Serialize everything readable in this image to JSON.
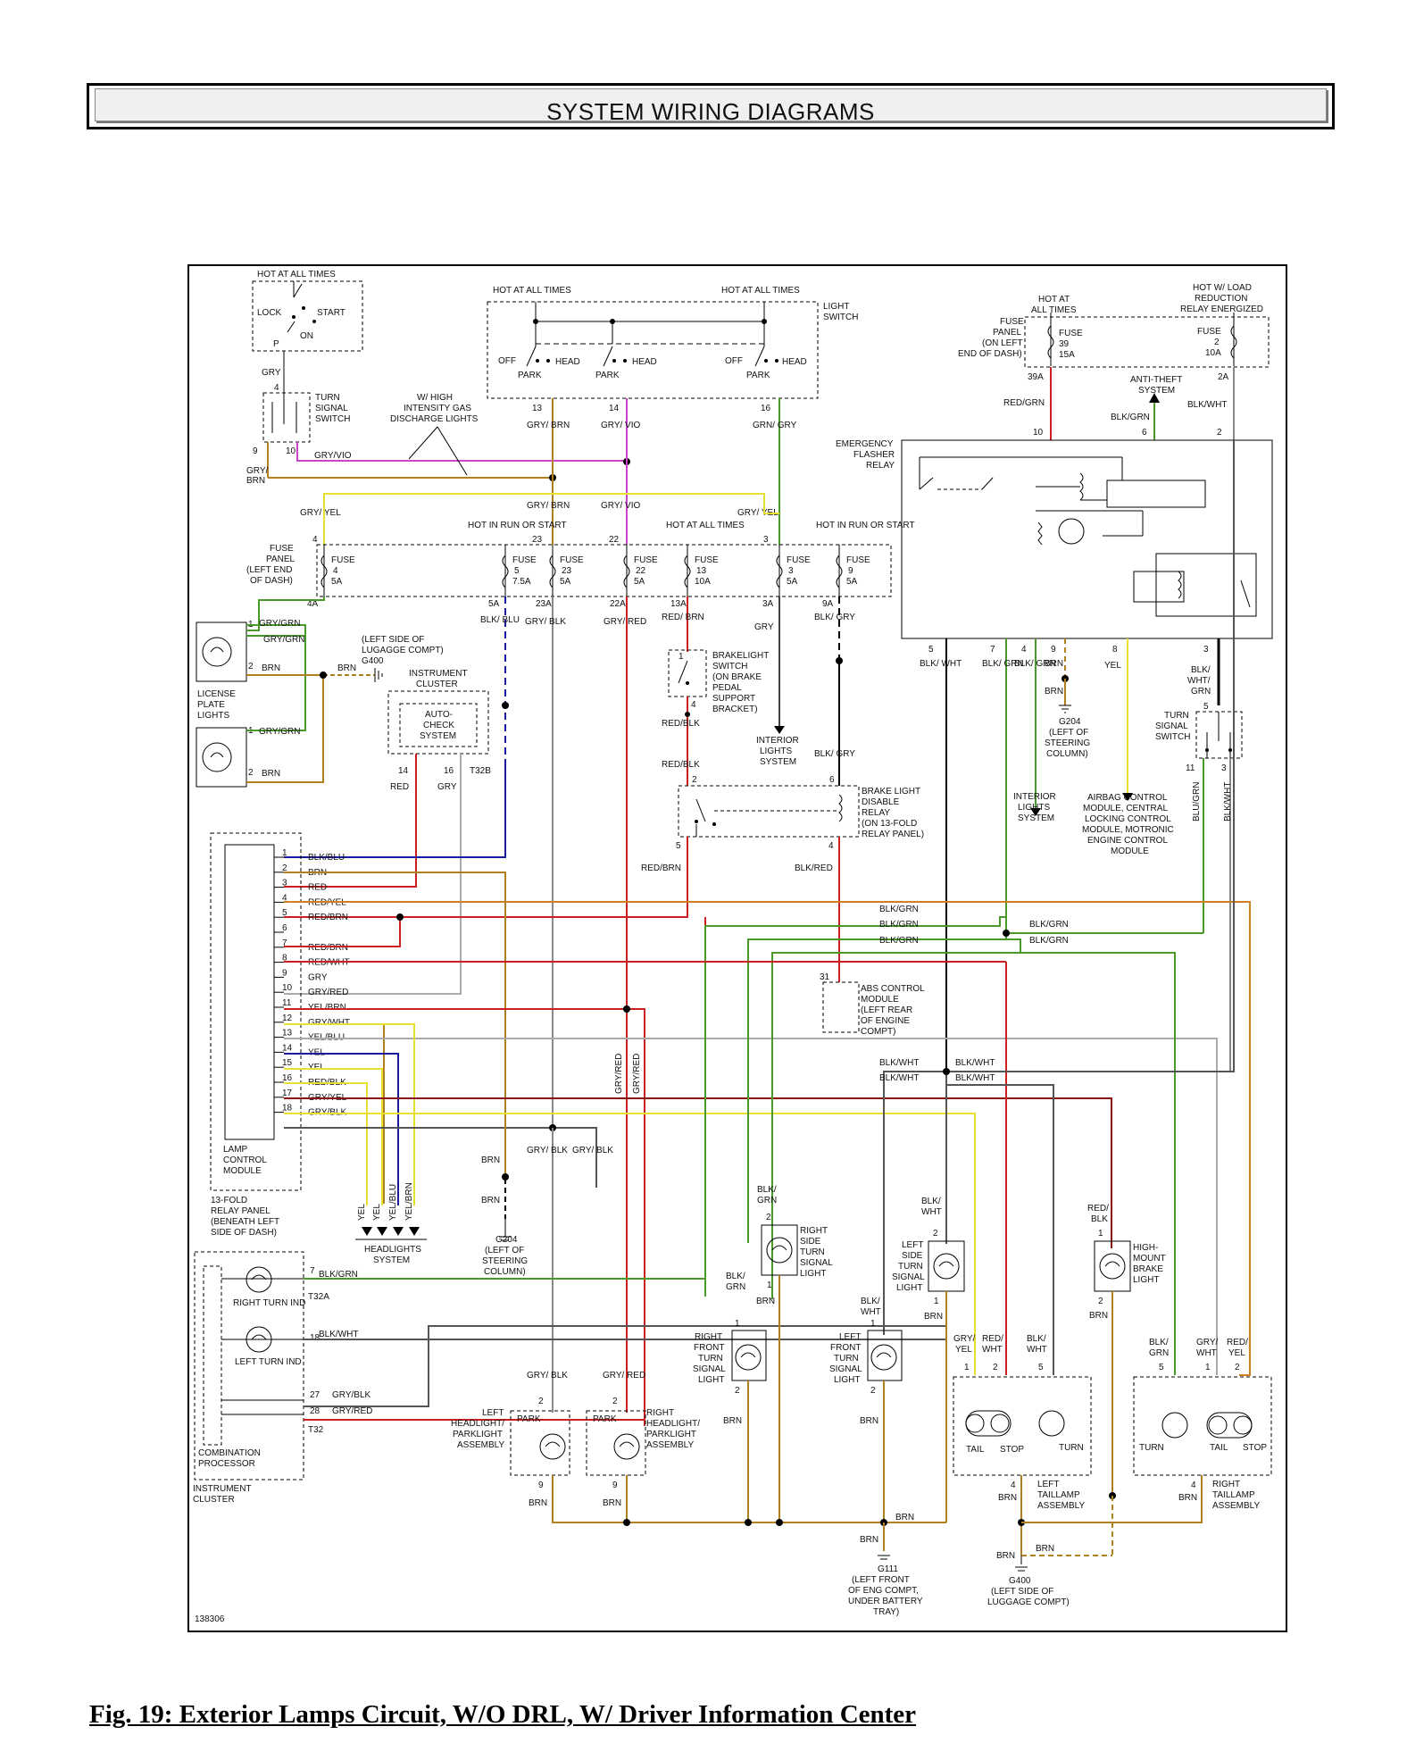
{
  "header": {
    "title": "SYSTEM WIRING DIAGRAMS"
  },
  "caption": "Fig. 19: Exterior Lamps Circuit, W/O DRL, W/ Driver Information Center",
  "diagram_id": "138306",
  "colors": {
    "wire_grn": "#4a9a2a",
    "wire_vio": "#cc44cc",
    "wire_yel": "#e8e030",
    "wire_red": "#cc2020",
    "wire_blu": "#1a1aa0",
    "wire_brn": "#b08020",
    "wire_blk": "#111111",
    "wire_gry": "#aaaaaa",
    "wire_orange": "#d08020"
  },
  "labels": {
    "hot_all_times_1": "HOT AT ALL TIMES",
    "lock": "LOCK",
    "start": "START",
    "on": "ON",
    "p": "P",
    "gry": "GRY",
    "pin4": "4",
    "turn_signal_switch": "TURN SIGNAL SWITCH",
    "w_high_intensity": "W/ HIGH INTENSITY GAS DISCHARGE LIGHTS",
    "hot_all_times_2": "HOT AT ALL TIMES",
    "hot_all_times_3": "HOT AT ALL TIMES",
    "light_switch": "LIGHT SWITCH",
    "off": "OFF",
    "park": "PARK",
    "head": "HEAD",
    "fuse_panel_left": "FUSE PANEL (LEFT END OF DASH)",
    "hot_in_run": "HOT IN RUN OR START",
    "hot_all_times_fuse": "HOT AT ALL TIMES",
    "fuse": "FUSE",
    "license_plate_lights": "LICENSE PLATE LIGHTS",
    "g400_ref": "(LEFT SIDE OF LUGAGGE COMPT) G400",
    "instrument_cluster": "INSTRUMENT CLUSTER",
    "auto_check": "AUTO-CHECK SYSTEM",
    "t32b": "T32B",
    "brake_light_switch": "BRAKELIGHT SWITCH (ON BRAKE PEDAL SUPPORT BRACKET)",
    "interior_lights_system": "INTERIOR LIGHTS SYSTEM",
    "brake_light_disable_relay": "BRAKE LIGHT DISABLE RELAY (ON 13-FOLD RELAY PANEL)",
    "abs_control_module": "ABS CONTROL MODULE (LEFT REAR OF ENGINE COMPT)",
    "emergency_flasher_relay": "EMERGENCY FLASHER RELAY",
    "fuse_panel_on_left": "FUSE PANEL (ON LEFT END OF DASH)",
    "hot_at_all_times_r": "HOT AT ALL TIMES",
    "hot_w_load": "HOT W/ LOAD REDUCTION RELAY ENERGIZED",
    "anti_theft": "ANTI-THEFT SYSTEM",
    "g204_left": "G204 (LEFT OF STEERING COLUMN)",
    "interior_lights_2": "INTERIOR LIGHTS SYSTEM",
    "airbag": "AIRBAG CONTROL MODULE, CENTRAL LOCKING CONTROL MODULE, MOTRONIC ENGINE CONTROL MODULE",
    "turn_signal_switch_r": "TURN SIGNAL SWITCH",
    "lamp_control_module": "LAMP CONTROL MODULE",
    "relay_panel_13": "13-FOLD RELAY PANEL (BENEATH LEFT SIDE OF DASH)",
    "headlights_system": "HEADLIGHTS SYSTEM",
    "g204_bottom": "G204 (LEFT OF STEERING COLUMN)",
    "right_turn_ind": "RIGHT TURN IND",
    "left_turn_ind": "LEFT TURN IND",
    "t32a": "T32A",
    "t32": "T32",
    "combination_processor": "COMBINATION PROCESSOR",
    "instrument_cluster_2": "INSTRUMENT CLUSTER",
    "left_headlight": "LEFT HEADLIGHT/ PARKLIGHT ASSEMBLY",
    "right_headlight": "RIGHT HEADLIGHT/ PARKLIGHT ASSEMBLY",
    "right_side_turn": "RIGHT SIDE TURN SIGNAL LIGHT",
    "right_front_turn": "RIGHT FRONT TURN SIGNAL LIGHT",
    "left_front_turn": "LEFT FRONT TURN SIGNAL LIGHT",
    "left_side_turn": "LEFT SIDE TURN SIGNAL LIGHT",
    "high_mount": "HIGH-MOUNT BRAKE LIGHT",
    "left_taillamp": "LEFT TAILLAMP ASSEMBLY",
    "right_taillamp": "RIGHT TAILLAMP ASSEMBLY",
    "tail": "TAIL",
    "stop": "STOP",
    "turn": "TURN",
    "g111": "G111 (LEFT FRONT OF ENG COMPT, UNDER BATTERY TRAY)",
    "g400_bottom": "G400 (LEFT SIDE OF LUGGAGE COMPT)"
  },
  "lcm_pins": [
    {
      "pin": "1",
      "wire": "BLK/BLU"
    },
    {
      "pin": "2",
      "wire": "BRN"
    },
    {
      "pin": "3",
      "wire": "RED"
    },
    {
      "pin": "4",
      "wire": "RED/YEL"
    },
    {
      "pin": "5",
      "wire": "RED/BRN"
    },
    {
      "pin": "6",
      "wire": ""
    },
    {
      "pin": "7",
      "wire": "RED/BRN"
    },
    {
      "pin": "8",
      "wire": "RED/WHT"
    },
    {
      "pin": "9",
      "wire": "GRY"
    },
    {
      "pin": "10",
      "wire": "GRY/RED"
    },
    {
      "pin": "11",
      "wire": "YEL/BRN"
    },
    {
      "pin": "12",
      "wire": "GRY/WHT"
    },
    {
      "pin": "13",
      "wire": "YEL/BLU"
    },
    {
      "pin": "14",
      "wire": "YEL"
    },
    {
      "pin": "15",
      "wire": "YEL"
    },
    {
      "pin": "16",
      "wire": "RED/BLK"
    },
    {
      "pin": "17",
      "wire": "GRY/YEL"
    },
    {
      "pin": "18",
      "wire": "GRY/BLK"
    }
  ],
  "fuses": [
    {
      "num": "4",
      "amp": "5A",
      "in": "4",
      "out": "4A"
    },
    {
      "num": "5",
      "amp": "7.5A",
      "in": "",
      "out": "5A"
    },
    {
      "num": "23",
      "amp": "5A",
      "in": "23",
      "out": "23A"
    },
    {
      "num": "22",
      "amp": "5A",
      "in": "22",
      "out": "22A"
    },
    {
      "num": "13",
      "amp": "10A",
      "in": "",
      "out": "13A"
    },
    {
      "num": "3",
      "amp": "5A",
      "in": "3",
      "out": "3A"
    },
    {
      "num": "9",
      "amp": "5A",
      "in": "",
      "out": "9A"
    }
  ],
  "fuses_right": [
    {
      "num": "39",
      "amp": "15A",
      "out": "39A"
    },
    {
      "num": "2",
      "amp": "10A",
      "out": "2A"
    }
  ],
  "headlight_wires": [
    "YEL",
    "YEL",
    "YEL/BLU",
    "YEL/BRN"
  ],
  "wire_labels": {
    "gry_brn": "GRY/ BRN",
    "gry_vio": "GRY/ VIO",
    "grn_gry": "GRN/ GRY",
    "gry_yel": "GRY/ YEL",
    "gry_vio_h": "GRY/VIO",
    "gry_brn_l": "GRY/ BRN",
    "gry_grn": "GRY/GRN",
    "brn": "BRN",
    "blk_blu": "BLK/ BLU",
    "gry_blk": "GRY/ BLK",
    "gry_red": "GRY/ RED",
    "red_brn": "RED/ BRN",
    "red_blk": "RED/BLK",
    "blk_gry": "BLK/ GRY",
    "red": "RED",
    "gry_w": "GRY",
    "red_brn_h": "RED/BRN",
    "blk_red": "BLK/RED",
    "blk_grn": "BLK/GRN",
    "blk_wht": "BLK/WHT",
    "red_grn": "RED/GRN",
    "blk_grn_v": "BLK/GRN",
    "blk_wht_v": "BLK/WHT",
    "blu_grn": "BLU/GRN",
    "yel": "YEL",
    "blk_wht_grn": "BLK/ WHT/ GRN",
    "grn_yel": "GRY/ YEL",
    "red_wht": "RED/ WHT",
    "blk_wht_s": "BLK/ WHT",
    "red_yel": "RED/ YEL",
    "gry_wht": "GRY/ WHT",
    "blk_grn_s": "BLK/ GRN",
    "red_blk_s": "RED/ BLK",
    "gry_red_v": "GRY/RED"
  }
}
